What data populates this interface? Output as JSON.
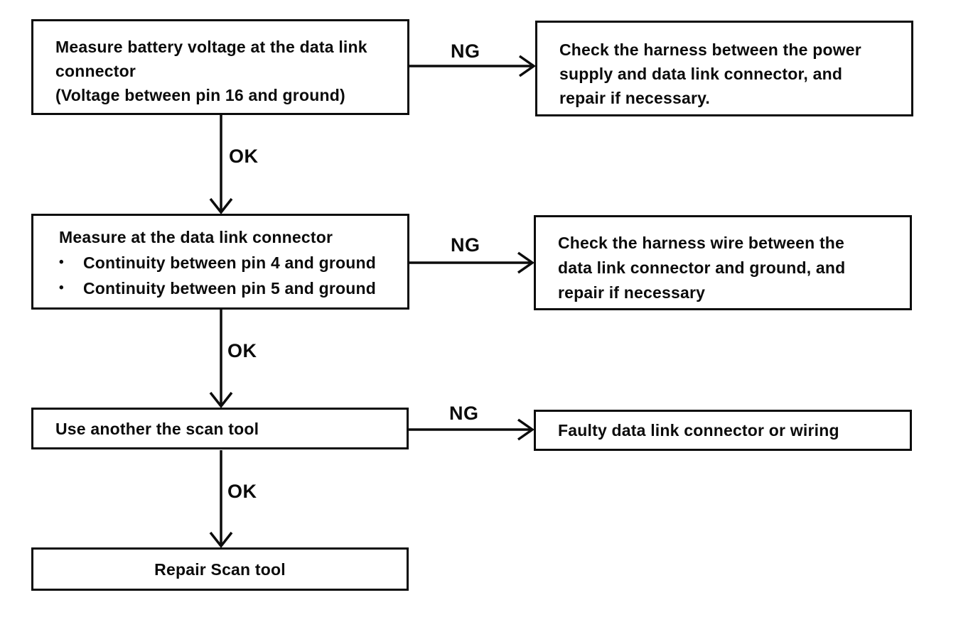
{
  "diagram": {
    "type": "flowchart",
    "colors": {
      "background": "#ffffff",
      "ink": "#0c0c0c"
    },
    "bullet_glyph": "•",
    "nodes": [
      {
        "id": "measure-battery-voltage",
        "lines": [
          "Measure battery voltage at the data link",
          "connector",
          "(Voltage between pin 16 and ground)"
        ]
      },
      {
        "id": "check-harness-power-supply",
        "lines": [
          "Check the harness between the power",
          "supply and data link connector, and",
          "repair if necessary."
        ]
      },
      {
        "id": "measure-continuity",
        "heading": "Measure at the data link connector",
        "bullets": [
          "Continuity between pin 4 and ground",
          "Continuity between pin 5 and ground"
        ]
      },
      {
        "id": "check-harness-ground",
        "lines": [
          "Check the harness wire between the",
          "data link connector and ground, and",
          "repair if necessary"
        ]
      },
      {
        "id": "use-another-scan-tool",
        "lines": [
          "Use another the scan tool"
        ]
      },
      {
        "id": "faulty-data-link-connector",
        "lines": [
          "Faulty data link connector or wiring"
        ]
      },
      {
        "id": "repair-scan-tool",
        "lines": [
          "Repair Scan tool"
        ]
      }
    ],
    "edges": [
      {
        "from": "measure-battery-voltage",
        "to": "check-harness-power-supply",
        "label": "NG"
      },
      {
        "from": "measure-battery-voltage",
        "to": "measure-continuity",
        "label": "OK"
      },
      {
        "from": "measure-continuity",
        "to": "check-harness-ground",
        "label": "NG"
      },
      {
        "from": "measure-continuity",
        "to": "use-another-scan-tool",
        "label": "OK"
      },
      {
        "from": "use-another-scan-tool",
        "to": "faulty-data-link-connector",
        "label": "NG"
      },
      {
        "from": "use-another-scan-tool",
        "to": "repair-scan-tool",
        "label": "OK"
      }
    ]
  }
}
